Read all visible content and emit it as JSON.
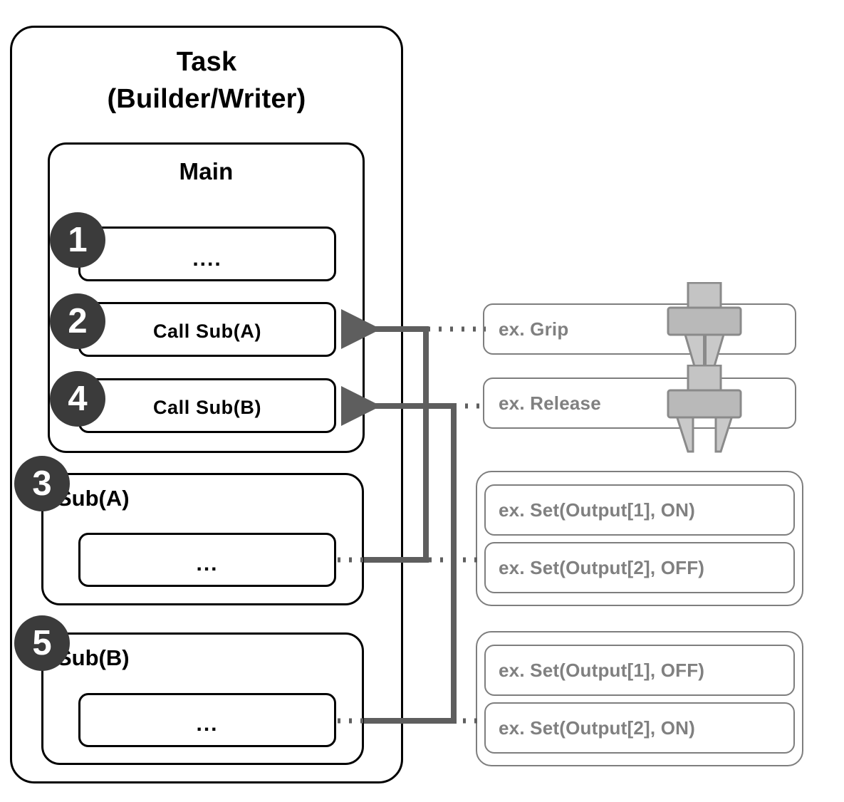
{
  "diagram": {
    "task": {
      "title_line1": "Task",
      "title_line2": "(Builder/Writer)",
      "main": {
        "title": "Main",
        "steps": [
          {
            "badge": "1",
            "label": "...."
          },
          {
            "badge": "2",
            "label": "Call Sub(A)"
          },
          {
            "badge": "4",
            "label": "Call Sub(B)"
          }
        ]
      },
      "subroutines": [
        {
          "badge": "3",
          "title": "Sub(A)",
          "body": "..."
        },
        {
          "badge": "5",
          "title": "Sub(B)",
          "body": "..."
        }
      ]
    },
    "examples": {
      "motion": [
        {
          "label": "ex. Grip",
          "icon": "gripper-closed-icon"
        },
        {
          "label": "ex. Release",
          "icon": "gripper-open-icon"
        }
      ],
      "io_groups": [
        {
          "items": [
            {
              "label": "ex. Set(Output[1], ON)"
            },
            {
              "label": "ex. Set(Output[2], OFF)"
            }
          ]
        },
        {
          "items": [
            {
              "label": "ex. Set(Output[1], OFF)"
            },
            {
              "label": "ex. Set(Output[2], ON)"
            }
          ]
        }
      ]
    },
    "colors": {
      "outline_dark": "#000000",
      "outline_gray": "#7e7e7e",
      "text_gray": "#808080",
      "badge_fill": "#3b3b3b",
      "connector": "#5e5e5e",
      "gripper_fill": "#b4b4b4",
      "gripper_stroke": "#8a8a8a"
    }
  }
}
